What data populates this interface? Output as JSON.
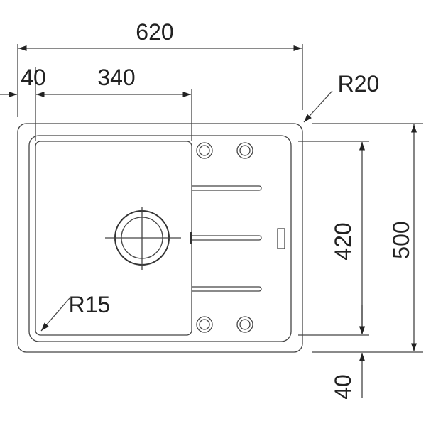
{
  "dimensions": {
    "overall_width": "620",
    "edge_offset": "40",
    "bowl_width": "340",
    "corner_radius_outer": "R20",
    "corner_radius_bowl": "R15",
    "bowl_height": "420",
    "overall_depth": "500",
    "bottom_offset": "40"
  },
  "colors": {
    "line": "#333333",
    "background": "#ffffff"
  }
}
